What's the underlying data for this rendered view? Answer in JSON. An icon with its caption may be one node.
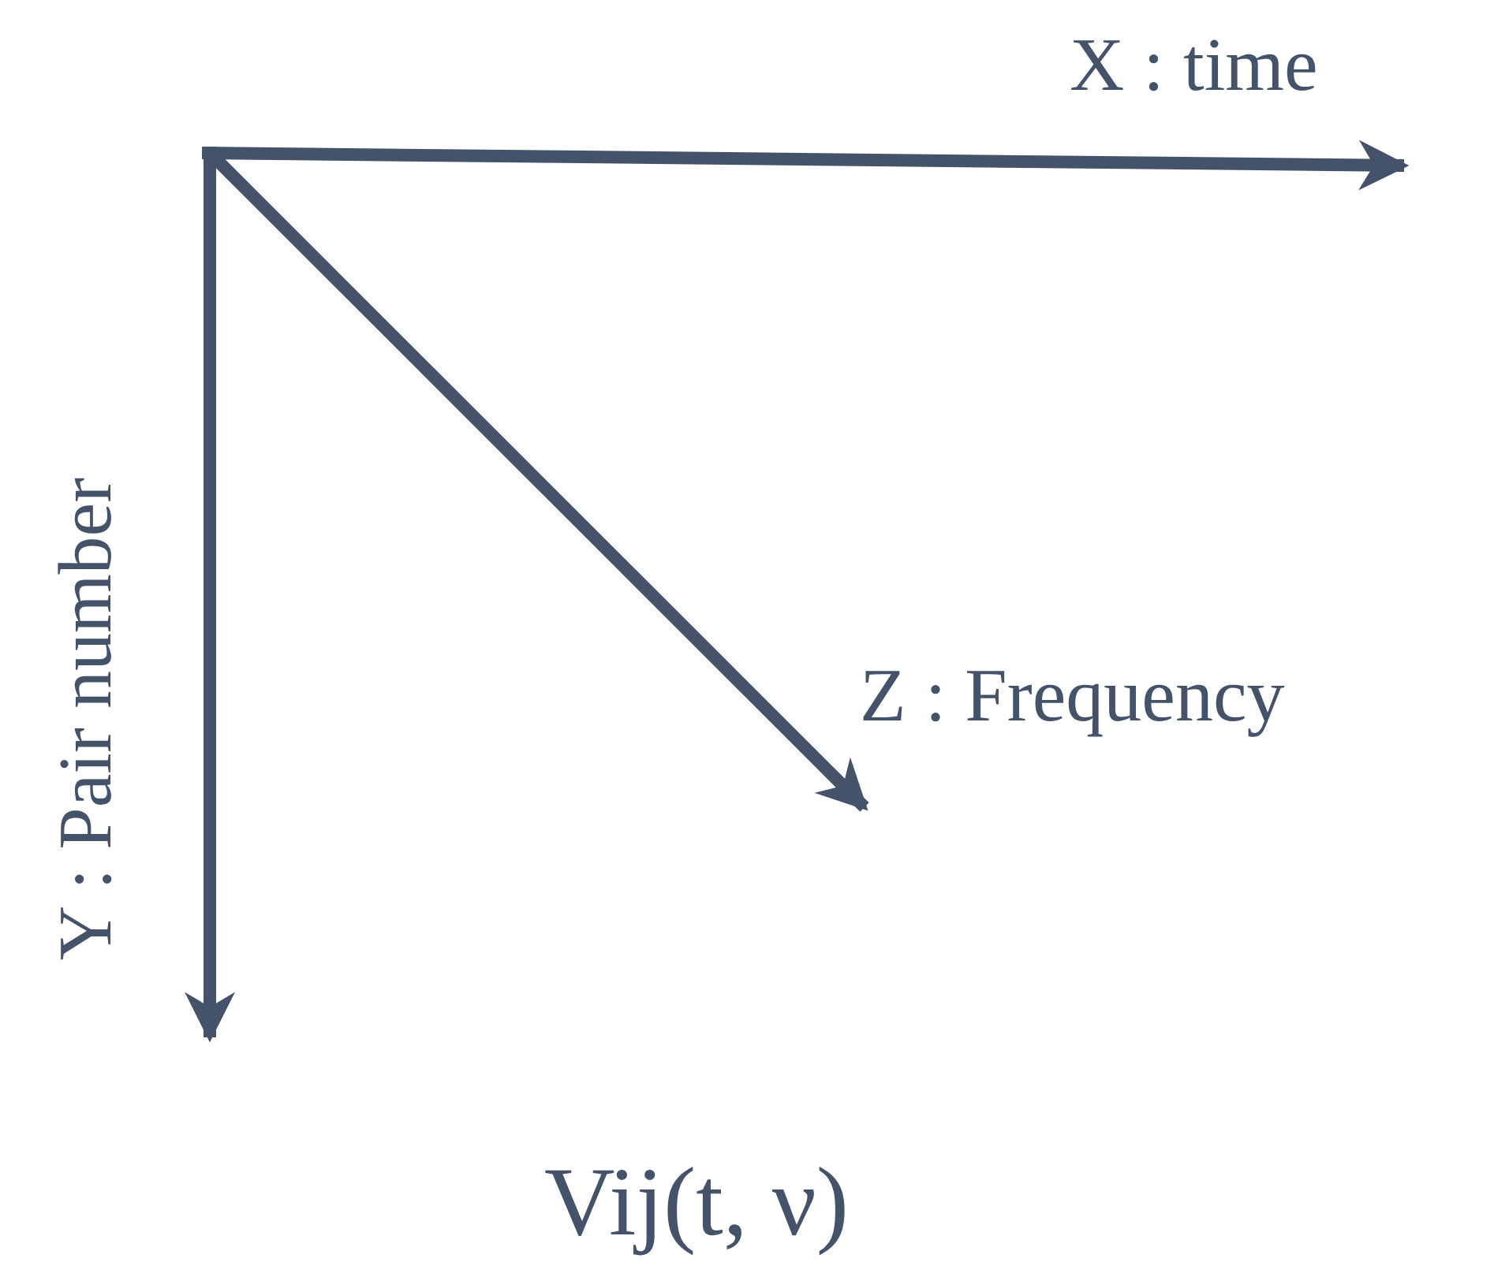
{
  "diagram": {
    "caption": "Vij(t, ν)",
    "labels": [
      "X : time",
      "Y : Pair number",
      "Z : Frequency"
    ]
  }
}
